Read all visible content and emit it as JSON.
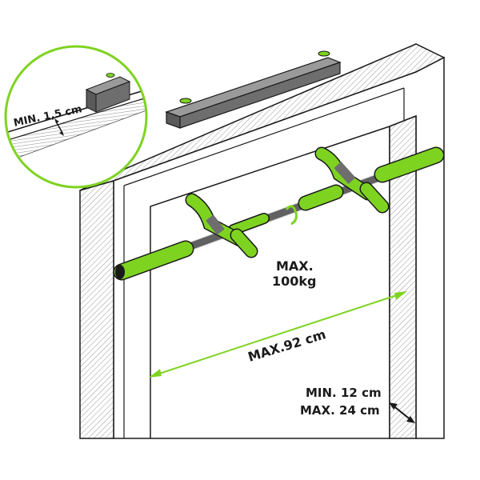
{
  "annotations": {
    "min_thickness": "MIN. 1,5 cm",
    "max_load_line1": "MAX.",
    "max_load_line2": "100kg",
    "max_width": "MAX.92 cm",
    "frame_depth_min": "MIN. 12 cm",
    "frame_depth_max": "MAX. 24 cm"
  },
  "colors": {
    "grip_green": "#7ed321",
    "bar_gray": "#6e6e6e",
    "outline": "#1a1a1a",
    "dimension_line": "#7ed321",
    "hatch": "#bdbdbd"
  },
  "icons": {
    "detail_magnifier": "circle-inset",
    "width_dimension": "double-arrow",
    "depth_dimension": "double-arrow"
  }
}
